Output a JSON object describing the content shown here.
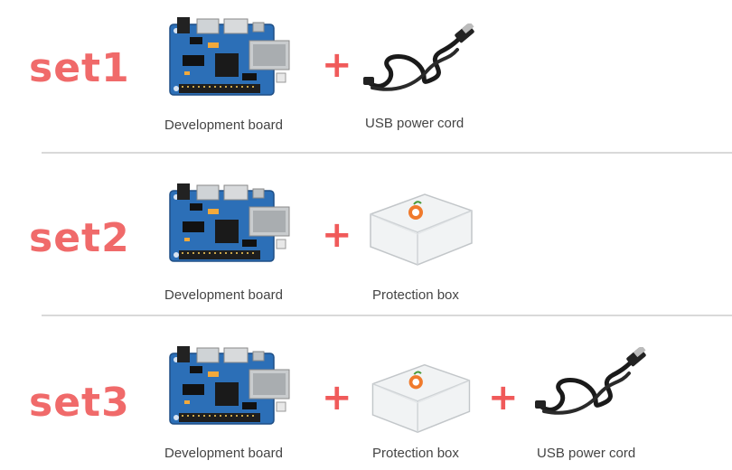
{
  "sets": [
    {
      "label": "set1",
      "items": [
        {
          "kind": "board",
          "caption": "Development board",
          "icon": "development-board-icon"
        },
        {
          "kind": "cable",
          "caption": "USB power cord",
          "icon": "usb-cable-icon"
        }
      ]
    },
    {
      "label": "set2",
      "items": [
        {
          "kind": "board",
          "caption": "Development board",
          "icon": "development-board-icon"
        },
        {
          "kind": "box",
          "caption": "Protection box",
          "icon": "protection-box-icon"
        }
      ]
    },
    {
      "label": "set3",
      "items": [
        {
          "kind": "board",
          "caption": "Development board",
          "icon": "development-board-icon"
        },
        {
          "kind": "box",
          "caption": "Protection box",
          "icon": "protection-box-icon"
        },
        {
          "kind": "cable",
          "caption": "USB power cord",
          "icon": "usb-cable-icon"
        }
      ]
    }
  ],
  "plus_sign": "+",
  "colors": {
    "label": "#f06a6a",
    "plus": "#f05a5a",
    "board": "#2c6fb7",
    "divider": "#d9d9d9"
  }
}
